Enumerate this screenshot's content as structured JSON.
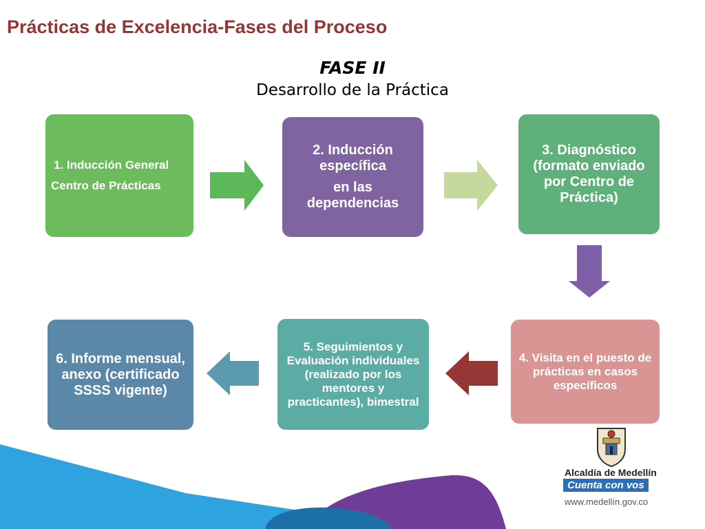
{
  "header": {
    "title": "Prácticas de Excelencia-Fases del Proceso",
    "phase": "FASE II",
    "subtitle": "Desarrollo de la Práctica"
  },
  "steps": [
    {
      "lines": [
        "1. Inducción General",
        "Centro de Prácticas"
      ],
      "color": "#6cbb5c"
    },
    {
      "lines": [
        "2. Inducción específica",
        "en las dependencias"
      ],
      "color": "#8064a2"
    },
    {
      "lines": [
        "3. Diagnóstico (formato enviado por Centro de Práctica)"
      ],
      "color": "#5fb07a"
    },
    {
      "lines": [
        "4. Visita en el puesto de prácticas en casos específicos"
      ],
      "color": "#d99594"
    },
    {
      "lines": [
        "5. Seguimientos y Evaluación individuales (realizado por los mentores y practicantes), bimestral"
      ],
      "color": "#5aaca4"
    },
    {
      "lines": [
        "6. Informe mensual, anexo (certificado SSSS vigente)"
      ],
      "color": "#5b88a8"
    }
  ],
  "arrow_colors": {
    "a1": "#5db85a",
    "a2": "#c4d99b",
    "a3": "#7f5fa8",
    "a4": "#953735",
    "a5": "#5b9ab0"
  },
  "footer": {
    "logo_name": "Alcaldía de Medellín",
    "logo_slogan": "Cuenta con vos",
    "url": "www.medellín.gov.co"
  }
}
